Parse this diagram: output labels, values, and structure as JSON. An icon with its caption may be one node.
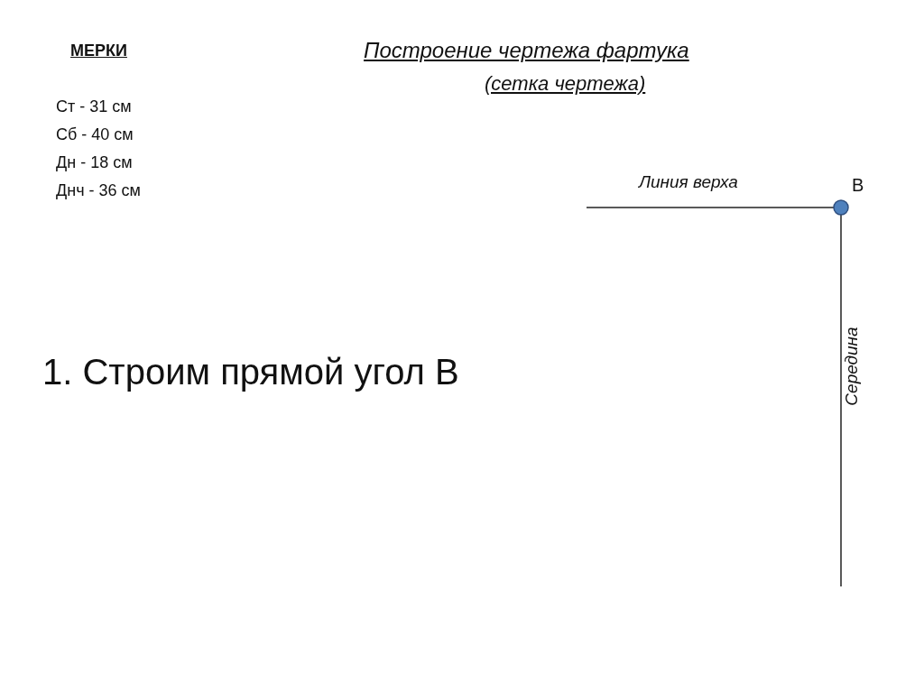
{
  "diagram": {
    "title": "Построение чертежа фартука",
    "labels": [
      "(сетка чертежа)",
      "МЕРКИ",
      "Ст - 31 см",
      "Сб - 40 см",
      "Дн - 18 см",
      "Днч - 36 см",
      "Линия верха",
      "В",
      "1. Строим прямой угол В",
      "Середина"
    ]
  }
}
